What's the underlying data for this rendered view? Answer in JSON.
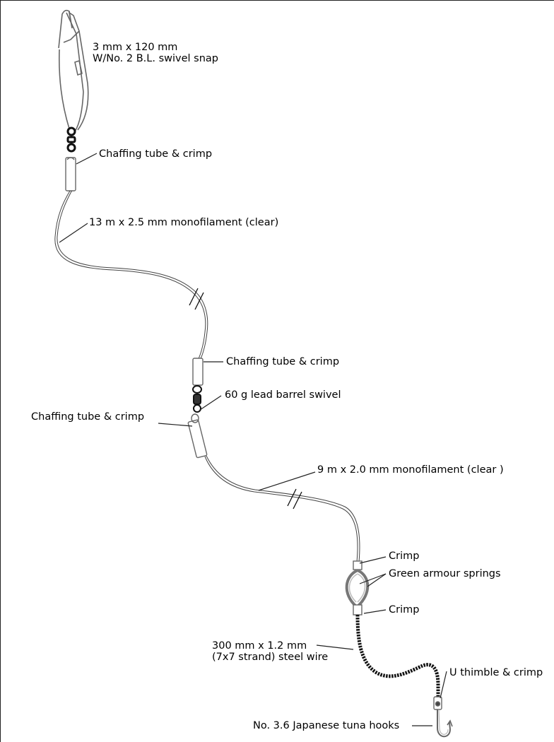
{
  "labels": {
    "snap_line1": "3 mm x 120 mm",
    "snap_line2": "W/No. 2 B.L. swivel snap",
    "chaffing_top": "Chaffing tube & crimp",
    "mono_13m": "13 m x 2.5 mm monofilament (clear)",
    "chaffing_mid_right": "Chaffing tube & crimp",
    "lead_swivel": "60 g lead barrel swivel",
    "chaffing_mid_left": "Chaffing tube & crimp",
    "mono_9m": "9 m x 2.0 mm monofilament (clear )",
    "crimp_upper": "Crimp",
    "armour_springs": "Green armour springs",
    "crimp_lower": "Crimp",
    "wire_line1": "300 mm x 1.2 mm",
    "wire_line2": "(7x7 strand) steel wire",
    "thimble": "U thimble & crimp",
    "hooks": "No. 3.6 Japanese tuna hooks"
  },
  "colors": {
    "line": "#222222",
    "component_gray": "#777777",
    "wire_dark": "#111111"
  }
}
